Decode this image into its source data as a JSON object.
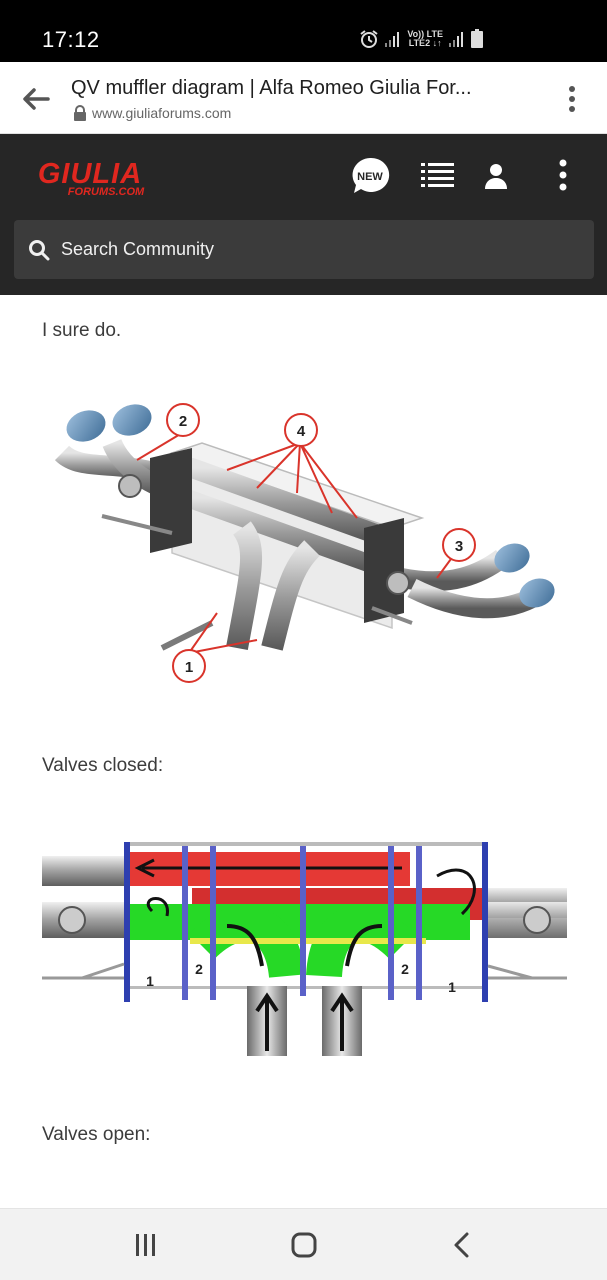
{
  "status_bar": {
    "time": "17:12",
    "network_line1": "Vo)) LTE",
    "network_line2": "LTE2 ↓↑",
    "icons": [
      "alarm-icon",
      "signal-icon",
      "signal-icon",
      "battery-icon"
    ]
  },
  "browser": {
    "title": "QV muffler diagram | Alfa Romeo Giulia For...",
    "url": "www.giuliaforums.com",
    "icons": [
      "back-arrow-icon",
      "lock-icon",
      "more-vert-icon"
    ]
  },
  "site": {
    "logo_main": "GIULIA",
    "logo_sub": "FORUMS.COM",
    "new_badge": "NEW",
    "search_placeholder": "Search Community",
    "icons": [
      "new-badge-icon",
      "list-icon",
      "user-icon",
      "more-vert-icon",
      "search-icon"
    ]
  },
  "post": {
    "text1": "I sure do.",
    "caption_closed": "Valves closed:",
    "caption_open": "Valves open:",
    "diagram1_callouts": [
      "2",
      "4",
      "3",
      "1"
    ],
    "diagram2_labels": [
      "1",
      "2",
      "2",
      "1"
    ]
  },
  "nav": {
    "icons": [
      "recent-apps-icon",
      "home-icon",
      "back-icon"
    ]
  },
  "colors": {
    "brand_red": "#e0271f",
    "header_bg": "#262626",
    "callout_red": "#d9342b"
  }
}
